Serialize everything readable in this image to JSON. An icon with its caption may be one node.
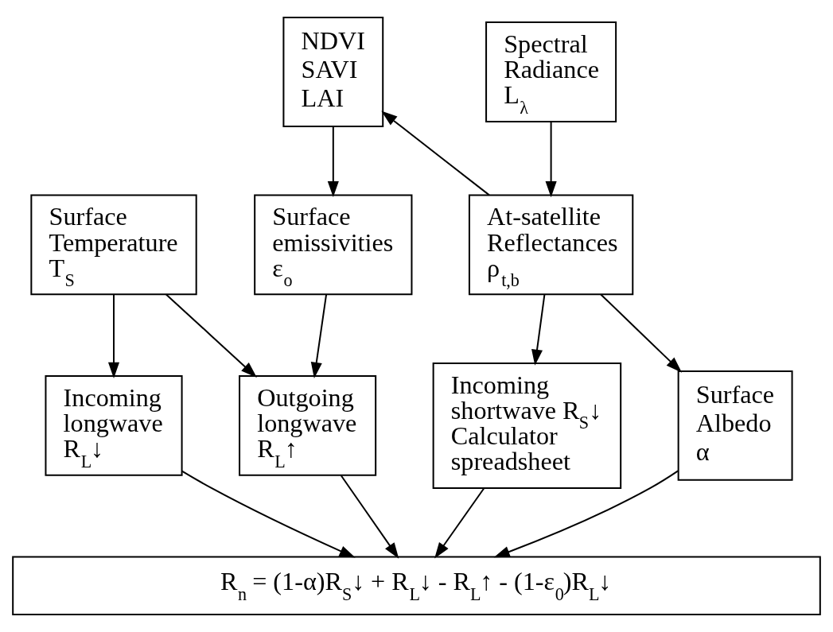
{
  "diagram": {
    "nodes": [
      {
        "text": [
          "NDVI SAVI LAI"
        ]
      },
      {
        "text": [
          "Spectral Radiance L$_{λ}$"
        ]
      },
      {
        "text": [
          "Surface Temperature T$_{S}$"
        ]
      },
      {
        "text": [
          "Surface emissivities ε$_{o}$"
        ]
      },
      {
        "text": [
          "At-satellite Reflectances ρ$_{t,b}$"
        ]
      },
      {
        "text": [
          "Incoming longwave R$_{L}$↓"
        ]
      },
      {
        "text": [
          "Outgoing longwave R$_{L}$↑"
        ]
      },
      {
        "text": [
          "Incoming shortwave R$_{S}$↓ Calculator spreadsheet"
        ]
      },
      {
        "text": [
          "Surface Albedo α"
        ]
      },
      {
        "text": [
          "R$_{n}$ = (1-α)R$_{S}$↓ + R$_{L}$↓ - R$_{L}$↑ - (1-ε$_{0}$)R$_{L}$↓"
        ]
      }
    ],
    "edges": [
      {
        "from": 0,
        "to": 3,
        "arrow": "to"
      },
      {
        "from": 1,
        "to": 4,
        "arrow": "to"
      },
      {
        "from": 4,
        "to": 0,
        "arrow": "to"
      },
      {
        "from": 2,
        "to": 5,
        "arrow": "to"
      },
      {
        "from": 2,
        "to": 6,
        "arrow": "to"
      },
      {
        "from": 3,
        "to": 6,
        "arrow": "to"
      },
      {
        "from": 4,
        "to": 7,
        "arrow": "to"
      },
      {
        "from": 4,
        "to": 8,
        "arrow": "to"
      },
      {
        "from": 5,
        "to": 9,
        "arrow": "to"
      },
      {
        "from": 6,
        "to": 9,
        "arrow": "to"
      },
      {
        "from": 7,
        "to": 9,
        "arrow": "to"
      },
      {
        "from": 8,
        "to": 9,
        "arrow": "to"
      }
    ]
  }
}
